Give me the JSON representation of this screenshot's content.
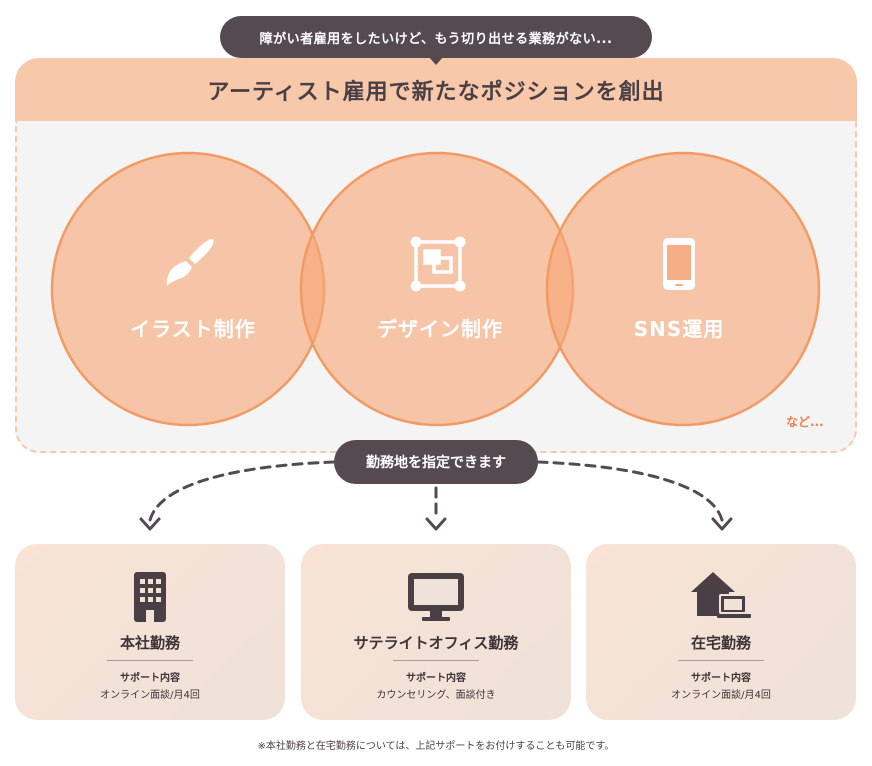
{
  "top_bubble": "障がい者雇用をしたいけど、もう切り出せる業務がない...",
  "panel": {
    "title": "アーティスト雇用で新たなポジションを創出",
    "etc": "など..."
  },
  "circles": [
    {
      "label": "イラスト制作",
      "icon": "paintbrush-icon"
    },
    {
      "label": "デザイン制作",
      "icon": "design-frame-icon"
    },
    {
      "label": "SNS運用",
      "icon": "smartphone-icon"
    }
  ],
  "location_bubble": "勤務地を指定できます",
  "cards": [
    {
      "title": "本社勤務",
      "sub": "サポート内容",
      "detail": "オンライン面談/月4回",
      "icon": "office-building-icon"
    },
    {
      "title": "サテライトオフィス勤務",
      "sub": "サポート内容",
      "detail": "カウンセリング、面談付き",
      "icon": "desktop-monitor-icon"
    },
    {
      "title": "在宅勤務",
      "sub": "サポート内容",
      "detail": "オンライン面談/月4回",
      "icon": "home-laptop-icon"
    }
  ],
  "footnote": "※本社勤務と在宅勤務については、上記サポートをお付けすることも可能です。",
  "colors": {
    "dark_bubble": "#554a50",
    "panel_header": "#f8c8ab",
    "circle_fill": "#f7a677",
    "circle_stroke": "#f39a63",
    "accent_text": "#e8834e"
  }
}
